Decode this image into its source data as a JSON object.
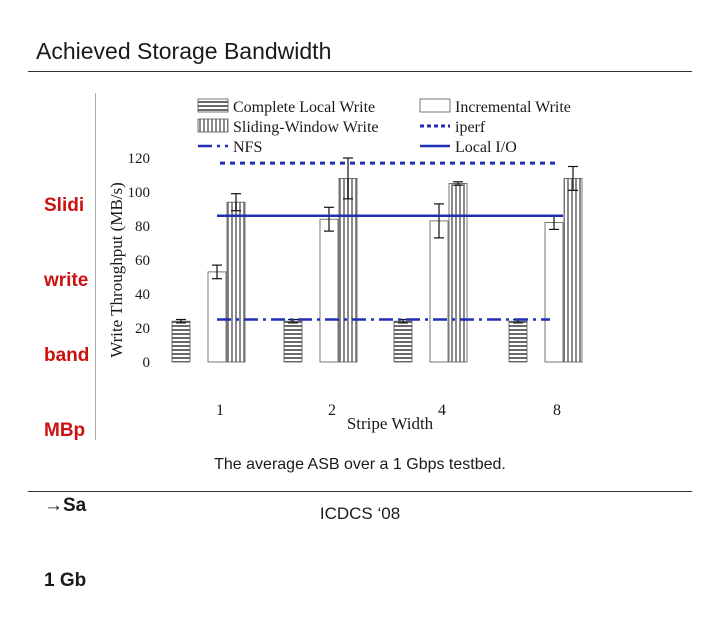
{
  "slide": {
    "title": "Achieved Storage Bandwidth",
    "caption": "The average ASB over a 1 Gbps testbed.",
    "footer": "ICDCS ‘08",
    "bullet_lines": [
      {
        "text": "Slidi",
        "color": "red"
      },
      {
        "text": "write",
        "color": "red"
      },
      {
        "text": "band",
        "color": "red"
      },
      {
        "text": "MBp",
        "color": "red"
      },
      {
        "text": "→Sa",
        "color": "black"
      },
      {
        "text": "1 Gb",
        "color": "black"
      }
    ]
  },
  "chart_data": {
    "type": "bar",
    "ylabel": "Write Throughput (MB/s)",
    "xlabel": "Stripe Width",
    "ylim": [
      0,
      120
    ],
    "yticks": [
      0,
      20,
      40,
      60,
      80,
      100,
      120
    ],
    "categories": [
      "1",
      "2",
      "4",
      "8"
    ],
    "series": [
      {
        "name": "Complete Local Write",
        "style": "horizontal-stripes",
        "values": [
          24,
          24,
          24,
          24
        ],
        "errors": [
          1,
          1,
          1,
          1
        ]
      },
      {
        "name": "Incremental Write",
        "style": "plain",
        "values": [
          53,
          84,
          83,
          82
        ],
        "errors": [
          4,
          7,
          10,
          4
        ]
      },
      {
        "name": "Sliding-Window Write",
        "style": "vertical-stripes",
        "values": [
          94,
          108,
          105,
          108
        ],
        "errors": [
          5,
          12,
          1,
          7
        ]
      }
    ],
    "reference_lines": [
      {
        "name": "iperf",
        "value": 117,
        "style": "dotted",
        "color": "#1f2fb5"
      },
      {
        "name": "NFS",
        "value": 25,
        "style": "dash-dot",
        "color": "#1f2fb5"
      },
      {
        "name": "Local I/O",
        "value": 86,
        "style": "solid",
        "color": "#1f2fb5"
      }
    ],
    "legend_position": "top",
    "grid": false
  }
}
